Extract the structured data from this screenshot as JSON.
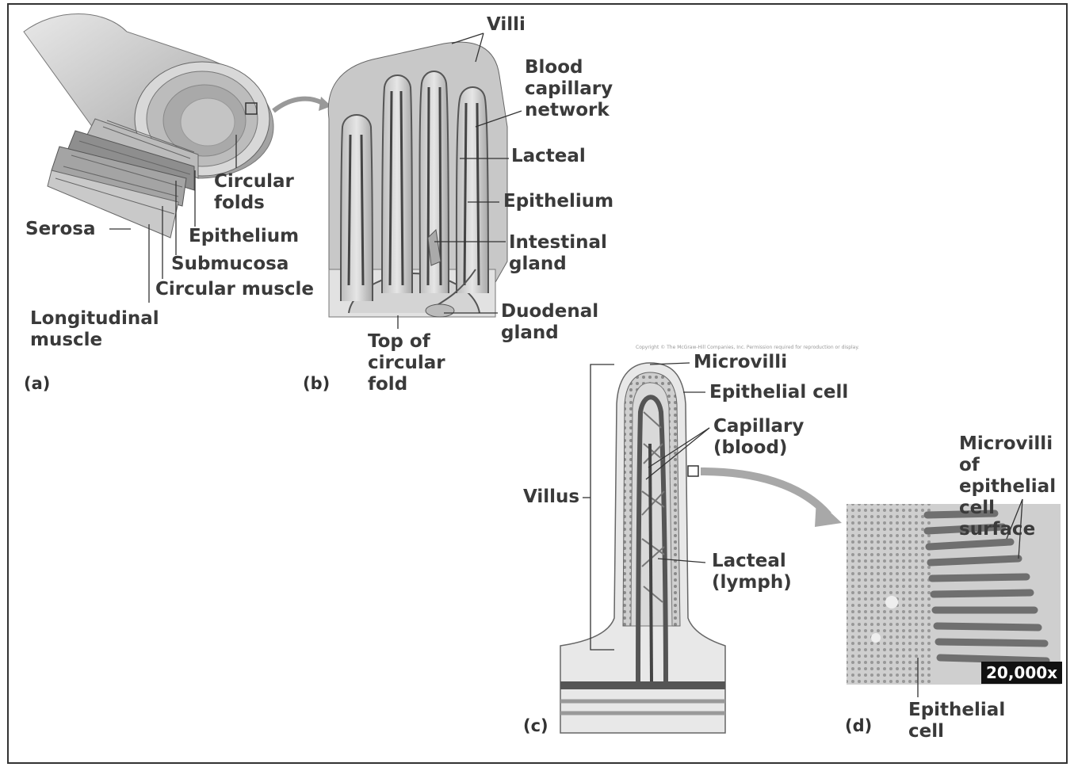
{
  "panels": {
    "a": {
      "id": "(a)",
      "labels": {
        "circular_folds": "Circular\nfolds",
        "serosa": "Serosa",
        "epithelium": "Epithelium",
        "submucosa": "Submucosa",
        "circular_muscle": "Circular muscle",
        "longitudinal_muscle": "Longitudinal\nmuscle"
      }
    },
    "b": {
      "id": "(b)",
      "labels": {
        "villi": "Villi",
        "blood_capillary_network": "Blood\ncapillary\nnetwork",
        "lacteal": "Lacteal",
        "epithelium": "Epithelium",
        "intestinal_gland": "Intestinal\ngland",
        "duodenal_gland": "Duodenal\ngland",
        "top_of_circular_fold": "Top of\ncircular\nfold"
      }
    },
    "c": {
      "id": "(c)",
      "labels": {
        "microvilli": "Microvilli",
        "epithelial_cell": "Epithelial cell",
        "capillary_blood": "Capillary\n(blood)",
        "villus": "Villus",
        "lacteal_lymph": "Lacteal\n(lymph)"
      }
    },
    "d": {
      "id": "(d)",
      "labels": {
        "microvilli_surface": "Microvilli of\nepithelial\ncell surface",
        "epithelial_cell": "Epithelial\ncell"
      },
      "magnification": "20,000x"
    }
  },
  "copyright": "Copyright © The McGraw-Hill Companies, Inc. Permission required for reproduction or display."
}
